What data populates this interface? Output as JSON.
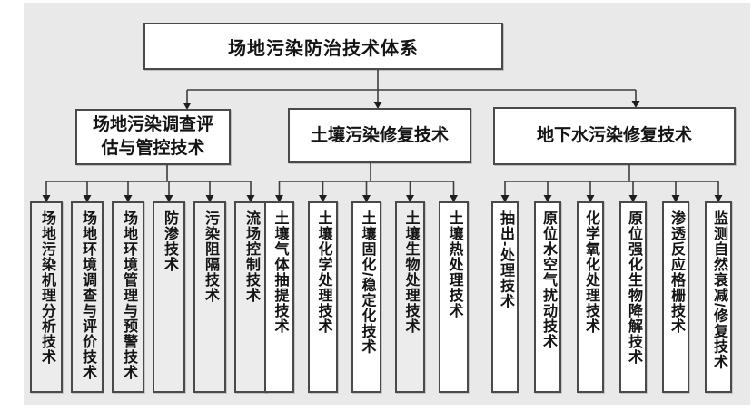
{
  "diagram": {
    "title": "场地污染防治技术体系",
    "branches": [
      {
        "label": "场地污染调查评估与管控技术",
        "leaves": [
          {
            "label": "场地污染机理分析技术",
            "shaded": true
          },
          {
            "label": "场地环境调查与评价技术",
            "shaded": true
          },
          {
            "label": "场地环境管理与预警技术",
            "shaded": true
          },
          {
            "label": "防渗技术",
            "shaded": true
          },
          {
            "label": "污染阻隔技术",
            "shaded": true
          },
          {
            "label": "流场控制技术",
            "shaded": true
          }
        ]
      },
      {
        "label": "土壤污染修复技术",
        "leaves": [
          {
            "label": "土壤气体抽提技术",
            "shaded": false
          },
          {
            "label": "土壤化学处理技术",
            "shaded": false
          },
          {
            "label": "土壤固化/稳定化技术",
            "shaded": false
          },
          {
            "label": "土壤生物处理技术",
            "shaded": true
          },
          {
            "label": "土壤热处理技术",
            "shaded": false
          }
        ]
      },
      {
        "label": "地下水污染修复技术",
        "leaves": [
          {
            "label": "抽出-处理技术",
            "shaded": false
          },
          {
            "label": "原位水空气扰动技术",
            "shaded": false
          },
          {
            "label": "化学氧化处理技术",
            "shaded": false
          },
          {
            "label": "原位强化生物降解技术",
            "shaded": false
          },
          {
            "label": "渗透反应格栅技术",
            "shaded": false
          },
          {
            "label": "监测自然衰减/修复技术",
            "shaded": false
          }
        ]
      }
    ],
    "colors": {
      "background": "#e9e9e9",
      "box_fill": "#ffffff",
      "box_fill_shaded": "#ececec",
      "border": "#4a4a4a",
      "line": "#3d3d3d",
      "arrow": "#1e1e1e",
      "text": "#141414"
    }
  }
}
